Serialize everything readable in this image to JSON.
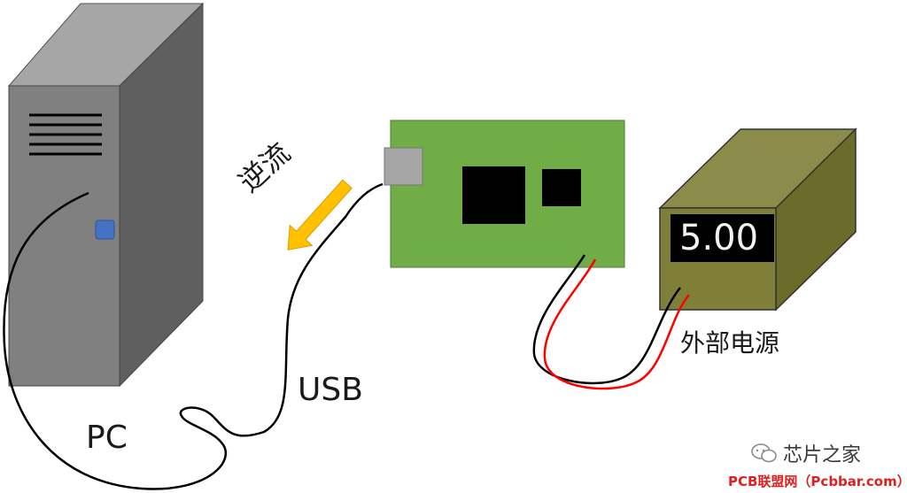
{
  "labels": {
    "pc": "PC",
    "usb": "USB",
    "backflow": "逆流",
    "external_power": "外部电源"
  },
  "power_supply": {
    "display_value": "5.00"
  },
  "watermark": {
    "name": "芯片之家",
    "source": "PCB联盟网（Pcbbar.com）"
  },
  "colors": {
    "pc_front": "#808080",
    "pc_side": "#5f5f5f",
    "pc_top": "#a6a6a6",
    "pc_led": "#4472c4",
    "board": "#70ad47",
    "chip": "#000000",
    "connector": "#a6a6a6",
    "psu_front": "#7f7f3a",
    "psu_side": "#6b6b2a",
    "psu_top": "#8c8c4a",
    "arrow": "#ffc000",
    "wire_red": "#ff0000",
    "wire_black": "#000000",
    "source_text": "#e02020"
  }
}
